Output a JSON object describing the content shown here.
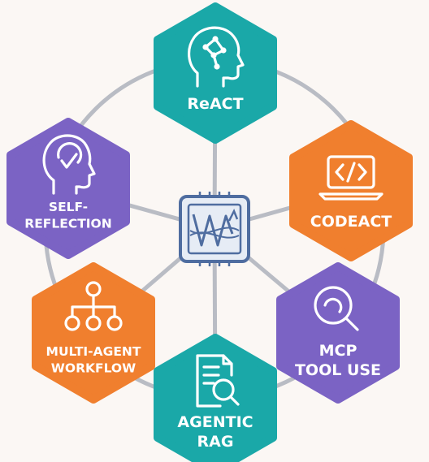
{
  "diagram": {
    "colors": {
      "background": "#fbf7f4",
      "connector": "#b9bcc4",
      "teal": "#1aa8a8",
      "orange": "#f07f2e",
      "purple": "#7b63c4",
      "center_border": "#4f6da0",
      "center_fill": "#e6ecf5"
    },
    "center": {
      "icon": "waveform-chip-icon"
    },
    "nodes": [
      {
        "id": "react",
        "label_lines": [
          "ReACT"
        ],
        "color": "#1aa8a8",
        "icon": "brain-head-icon"
      },
      {
        "id": "codeact",
        "label_lines": [
          "CODEACT"
        ],
        "color": "#f07f2e",
        "icon": "laptop-code-icon"
      },
      {
        "id": "mcp",
        "label_lines": [
          "MCP",
          "TOOL USE"
        ],
        "color": "#7b63c4",
        "icon": "magnifier-icon"
      },
      {
        "id": "agentic-rag",
        "label_lines": [
          "AGENTIC",
          "RAG"
        ],
        "color": "#1aa8a8",
        "icon": "document-search-icon"
      },
      {
        "id": "multi-agent",
        "label_lines": [
          "MULTI-AGENT",
          "WORKFLOW"
        ],
        "color": "#f07f2e",
        "icon": "org-chart-icon"
      },
      {
        "id": "self-reflection",
        "label_lines": [
          "SELF-",
          "REFLECTION"
        ],
        "color": "#7b63c4",
        "icon": "head-check-icon"
      }
    ]
  }
}
